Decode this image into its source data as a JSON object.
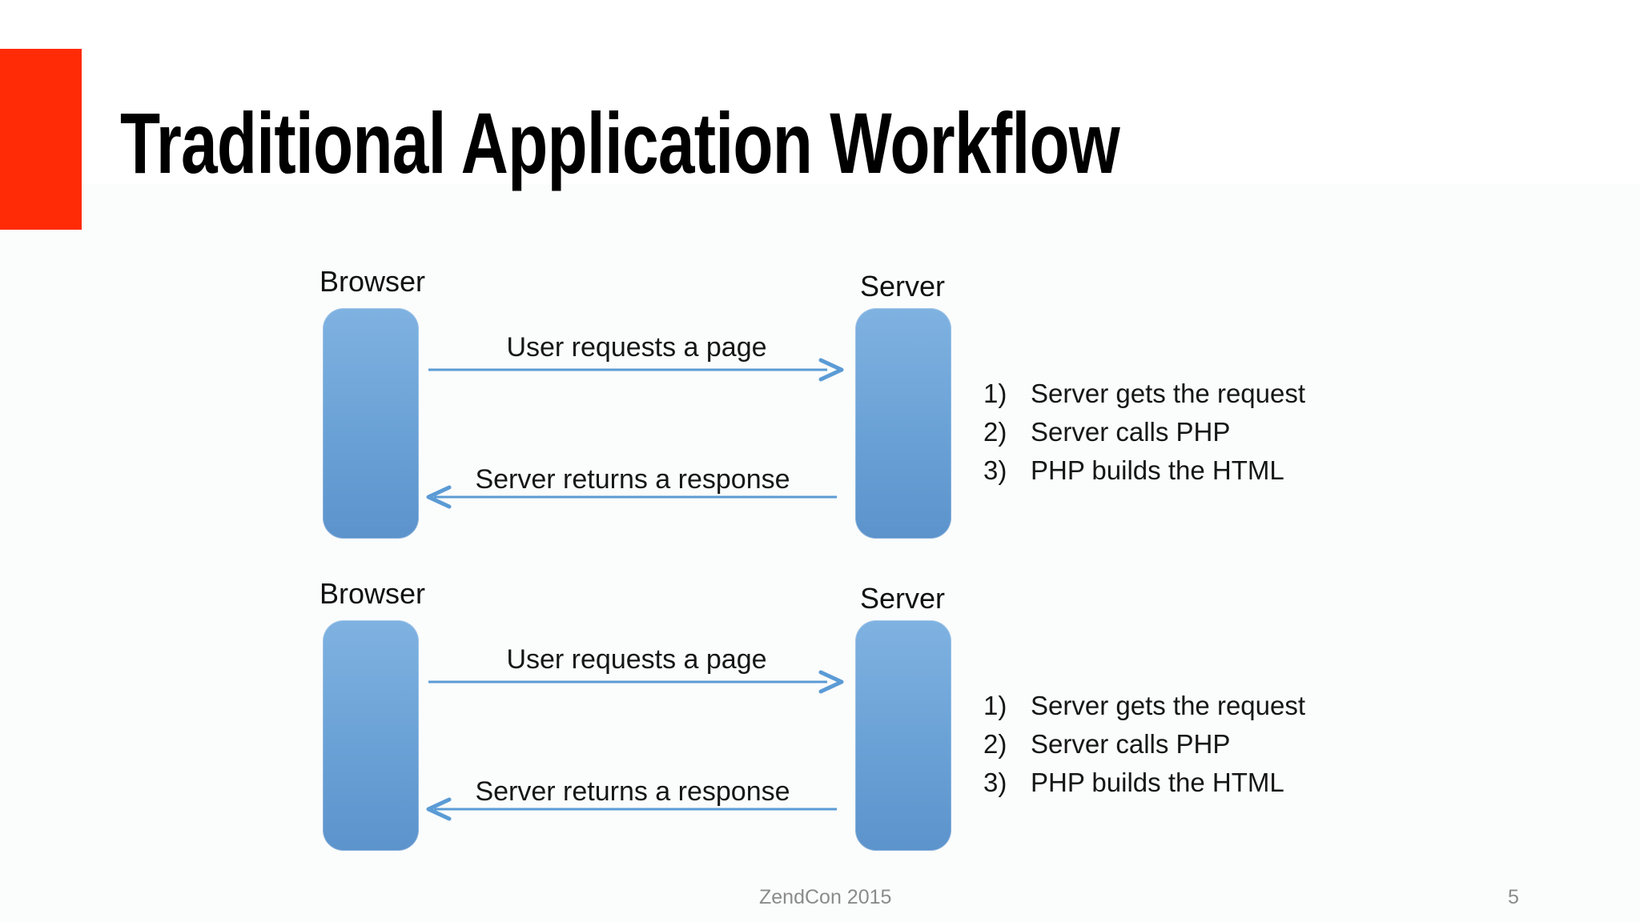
{
  "slide": {
    "title": "Traditional Application Workflow",
    "footer": "ZendCon 2015",
    "page_number": "5",
    "colors": {
      "brand_red": "#ff2a06",
      "node_blue_top": "#7fb2e1",
      "node_blue_bottom": "#5c93cc",
      "arrow_blue": "#5b9bd5",
      "footer_gray": "#8b8b8b"
    }
  },
  "diagrams": [
    {
      "browser_label": "Browser",
      "server_label": "Server",
      "request_label": "User requests a page",
      "response_label": "Server returns a response",
      "step_numbers": [
        "1)",
        "2)",
        "3)"
      ],
      "steps": [
        "Server gets the request",
        "Server calls PHP",
        "PHP builds the HTML"
      ]
    },
    {
      "browser_label": "Browser",
      "server_label": "Server",
      "request_label": "User requests a page",
      "response_label": "Server returns a response",
      "step_numbers": [
        "1)",
        "2)",
        "3)"
      ],
      "steps": [
        "Server gets the request",
        "Server calls PHP",
        "PHP builds the HTML"
      ]
    }
  ]
}
